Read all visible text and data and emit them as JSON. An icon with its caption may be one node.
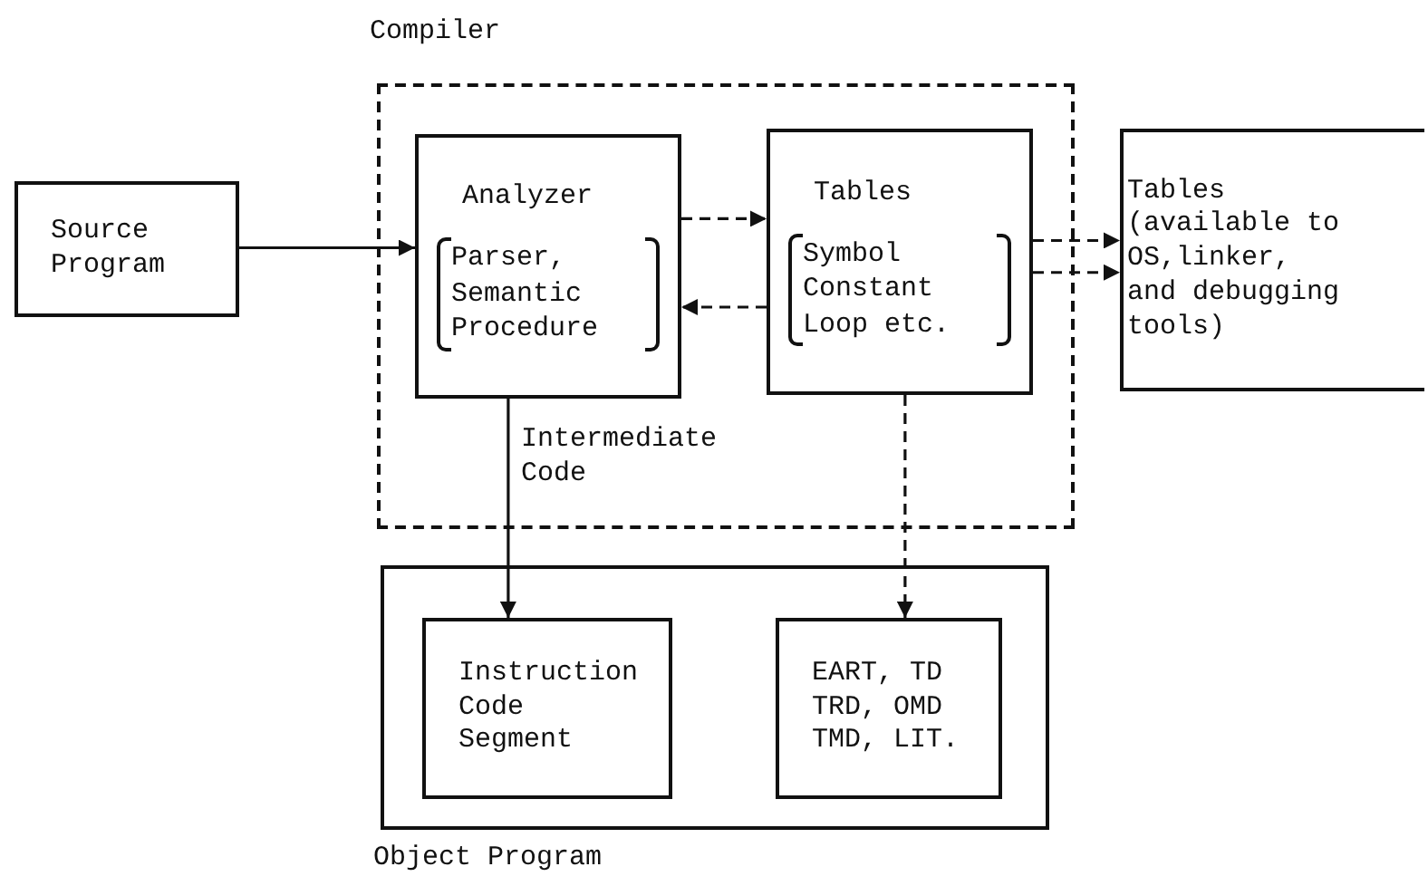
{
  "diagram": {
    "nodes": [
      {
        "text": [
          "Compiler"
        ]
      },
      {
        "text": [
          "Source Program"
        ]
      },
      {
        "text": [
          "Analyzer",
          "Parser, Semantic Procedure"
        ],
        "in": 0
      },
      {
        "text": [
          "Tables",
          "Symbol Constant Loop etc."
        ],
        "in": 0
      },
      {
        "text": [
          "Tables (available to OS,linker, and debugging tools)"
        ]
      },
      {
        "text": [
          "Object Program"
        ]
      },
      {
        "text": [
          "Instruction Code Segment"
        ],
        "in": 5
      },
      {
        "text": [
          "EART, TD TRD, OMD TMD, LIT."
        ],
        "in": 5
      }
    ],
    "edges": [
      {
        "from": 1,
        "to": 2,
        "arrow": "to"
      },
      {
        "from": 2,
        "to": 3,
        "arrow": "to",
        "style": "dashed"
      },
      {
        "from": 3,
        "to": 2,
        "arrow": "to",
        "style": "dashed"
      },
      {
        "from": 3,
        "to": 4,
        "arrow": "to",
        "style": "dashed"
      },
      {
        "from": 3,
        "to": 4,
        "arrow": "to",
        "style": "dashed"
      },
      {
        "from": 2,
        "to": 6,
        "arrow": "to",
        "label": "Intermediate Code"
      },
      {
        "from": 3,
        "to": 7,
        "arrow": "to",
        "style": "dashed"
      }
    ]
  }
}
